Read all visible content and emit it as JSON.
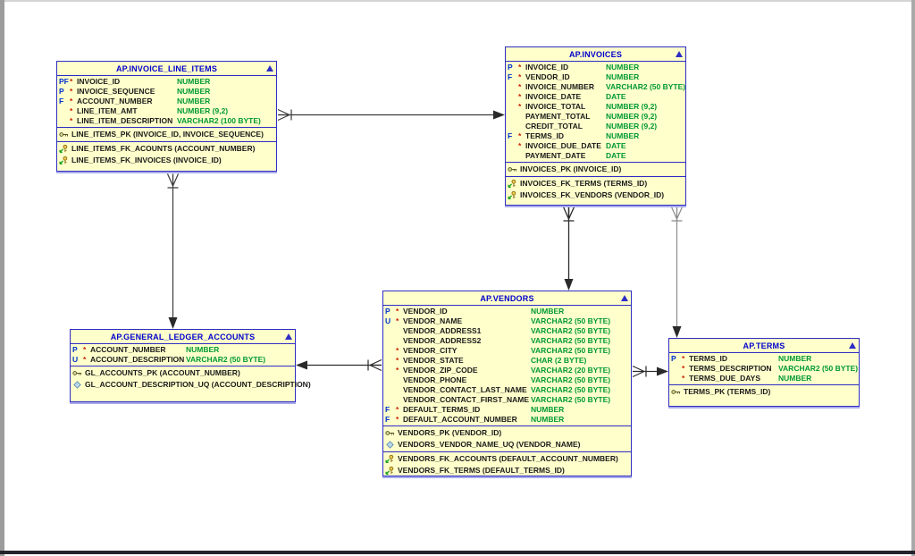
{
  "diagram": {
    "tables": [
      {
        "title": "AP.INVOICE_LINE_ITEMS",
        "columns": [
          {
            "flags": "PF",
            "nn": "*",
            "name": "INVOICE_ID",
            "type": "NUMBER"
          },
          {
            "flags": "P",
            "nn": "*",
            "name": "INVOICE_SEQUENCE",
            "type": "NUMBER"
          },
          {
            "flags": "F",
            "nn": "*",
            "name": "ACCOUNT_NUMBER",
            "type": "NUMBER"
          },
          {
            "flags": "",
            "nn": "*",
            "name": "LINE_ITEM_AMT",
            "type": "NUMBER (9,2)"
          },
          {
            "flags": "",
            "nn": "*",
            "name": "LINE_ITEM_DESCRIPTION",
            "type": "VARCHAR2 (100 BYTE)"
          }
        ],
        "keys": [
          {
            "icon": "pk-icon",
            "label": "LINE_ITEMS_PK (INVOICE_ID, INVOICE_SEQUENCE)"
          }
        ],
        "fks": [
          {
            "icon": "fk-icon",
            "label": "LINE_ITEMS_FK_ACOUNTS (ACCOUNT_NUMBER)"
          },
          {
            "icon": "fk-icon",
            "label": "LINE_ITEMS_FK_INVOICES (INVOICE_ID)"
          }
        ]
      },
      {
        "title": "AP.INVOICES",
        "columns": [
          {
            "flags": "P",
            "nn": "*",
            "name": "INVOICE_ID",
            "type": "NUMBER"
          },
          {
            "flags": "F",
            "nn": "*",
            "name": "VENDOR_ID",
            "type": "NUMBER"
          },
          {
            "flags": "",
            "nn": "*",
            "name": "INVOICE_NUMBER",
            "type": "VARCHAR2 (50 BYTE)"
          },
          {
            "flags": "",
            "nn": "*",
            "name": "INVOICE_DATE",
            "type": "DATE"
          },
          {
            "flags": "",
            "nn": "*",
            "name": "INVOICE_TOTAL",
            "type": "NUMBER (9,2)"
          },
          {
            "flags": "",
            "nn": "",
            "name": "PAYMENT_TOTAL",
            "type": "NUMBER (9,2)"
          },
          {
            "flags": "",
            "nn": "",
            "name": "CREDIT_TOTAL",
            "type": "NUMBER (9,2)"
          },
          {
            "flags": "F",
            "nn": "*",
            "name": "TERMS_ID",
            "type": "NUMBER"
          },
          {
            "flags": "",
            "nn": "*",
            "name": "INVOICE_DUE_DATE",
            "type": "DATE"
          },
          {
            "flags": "",
            "nn": "",
            "name": "PAYMENT_DATE",
            "type": "DATE"
          }
        ],
        "keys": [
          {
            "icon": "pk-icon",
            "label": "INVOICES_PK (INVOICE_ID)"
          }
        ],
        "fks": [
          {
            "icon": "fk-icon",
            "label": "INVOICES_FK_TERMS (TERMS_ID)"
          },
          {
            "icon": "fk-icon",
            "label": "INVOICES_FK_VENDORS (VENDOR_ID)"
          }
        ]
      },
      {
        "title": "AP.GENERAL_LEDGER_ACCOUNTS",
        "columns": [
          {
            "flags": "P",
            "nn": "*",
            "name": "ACCOUNT_NUMBER",
            "type": "NUMBER"
          },
          {
            "flags": "U",
            "nn": "*",
            "name": "ACCOUNT_DESCRIPTION",
            "type": "VARCHAR2 (50 BYTE)"
          }
        ],
        "keys": [
          {
            "icon": "pk-icon",
            "label": "GL_ACCOUNTS_PK (ACCOUNT_NUMBER)"
          },
          {
            "icon": "uq-icon",
            "label": "GL_ACCOUNT_DESCRIPTION_UQ (ACCOUNT_DESCRIPTION)"
          }
        ],
        "fks": null
      },
      {
        "title": "AP.VENDORS",
        "columns": [
          {
            "flags": "P",
            "nn": "*",
            "name": "VENDOR_ID",
            "type": "NUMBER"
          },
          {
            "flags": "U",
            "nn": "*",
            "name": "VENDOR_NAME",
            "type": "VARCHAR2 (50 BYTE)"
          },
          {
            "flags": "",
            "nn": "",
            "name": "VENDOR_ADDRESS1",
            "type": "VARCHAR2 (50 BYTE)"
          },
          {
            "flags": "",
            "nn": "",
            "name": "VENDOR_ADDRESS2",
            "type": "VARCHAR2 (50 BYTE)"
          },
          {
            "flags": "",
            "nn": "*",
            "name": "VENDOR_CITY",
            "type": "VARCHAR2 (50 BYTE)"
          },
          {
            "flags": "",
            "nn": "*",
            "name": "VENDOR_STATE",
            "type": "CHAR (2 BYTE)"
          },
          {
            "flags": "",
            "nn": "*",
            "name": "VENDOR_ZIP_CODE",
            "type": "VARCHAR2 (20 BYTE)"
          },
          {
            "flags": "",
            "nn": "",
            "name": "VENDOR_PHONE",
            "type": "VARCHAR2 (50 BYTE)"
          },
          {
            "flags": "",
            "nn": "",
            "name": "VENDOR_CONTACT_LAST_NAME",
            "type": "VARCHAR2 (50 BYTE)"
          },
          {
            "flags": "",
            "nn": "",
            "name": "VENDOR_CONTACT_FIRST_NAME",
            "type": "VARCHAR2 (50 BYTE)"
          },
          {
            "flags": "F",
            "nn": "*",
            "name": "DEFAULT_TERMS_ID",
            "type": "NUMBER"
          },
          {
            "flags": "F",
            "nn": "*",
            "name": "DEFAULT_ACCOUNT_NUMBER",
            "type": "NUMBER"
          }
        ],
        "keys": [
          {
            "icon": "pk-icon",
            "label": "VENDORS_PK (VENDOR_ID)"
          },
          {
            "icon": "uq-icon",
            "label": "VENDORS_VENDOR_NAME_UQ (VENDOR_NAME)"
          }
        ],
        "fks": [
          {
            "icon": "fk-icon",
            "label": "VENDORS_FK_ACCOUNTS (DEFAULT_ACCOUNT_NUMBER)"
          },
          {
            "icon": "fk-icon",
            "label": "VENDORS_FK_TERMS (DEFAULT_TERMS_ID)"
          }
        ]
      },
      {
        "title": "AP.TERMS",
        "columns": [
          {
            "flags": "P",
            "nn": "*",
            "name": "TERMS_ID",
            "type": "NUMBER"
          },
          {
            "flags": "",
            "nn": "*",
            "name": "TERMS_DESCRIPTION",
            "type": "VARCHAR2 (50 BYTE)"
          },
          {
            "flags": "",
            "nn": "*",
            "name": "TERMS_DUE_DAYS",
            "type": "NUMBER"
          }
        ],
        "keys": [
          {
            "icon": "pk-icon",
            "label": "TERMS_PK (TERMS_ID)"
          }
        ],
        "fks": null
      }
    ],
    "relationships": [
      {
        "many_end": "AP.INVOICE_LINE_ITEMS",
        "one_end": "AP.INVOICES",
        "fk": "LINE_ITEMS_FK_INVOICES"
      },
      {
        "many_end": "AP.INVOICE_LINE_ITEMS",
        "one_end": "AP.GENERAL_LEDGER_ACCOUNTS",
        "fk": "LINE_ITEMS_FK_ACOUNTS"
      },
      {
        "many_end": "AP.INVOICES",
        "one_end": "AP.VENDORS",
        "fk": "INVOICES_FK_VENDORS"
      },
      {
        "many_end": "AP.INVOICES",
        "one_end": "AP.TERMS",
        "fk": "INVOICES_FK_TERMS"
      },
      {
        "many_end": "AP.VENDORS",
        "one_end": "AP.GENERAL_LEDGER_ACCOUNTS",
        "fk": "VENDORS_FK_ACCOUNTS"
      },
      {
        "many_end": "AP.VENDORS",
        "one_end": "AP.TERMS",
        "fk": "VENDORS_FK_TERMS"
      }
    ],
    "colors": {
      "entity_fill": "#ffffcc",
      "entity_border": "#2d2dc4",
      "title_text": "#0000cc",
      "type_text": "#009933",
      "flag_text": "#0033cc",
      "notnull_text": "#cc2200",
      "line": "#3a3a3a",
      "line_light": "#8a8a8a"
    }
  }
}
